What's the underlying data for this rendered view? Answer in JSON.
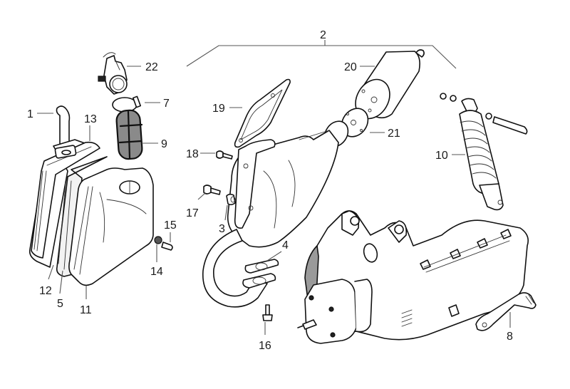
{
  "diagram": {
    "title": "Exploded parts diagram: scooter engine, exhaust, air filter and rear shock",
    "group_bracket": {
      "label": "2",
      "spans_parts": [
        "19",
        "20",
        "21",
        "18",
        "17",
        "3",
        "4",
        "16"
      ]
    },
    "callouts": [
      {
        "id": "1",
        "label": "1",
        "part": "air intake elbow tube"
      },
      {
        "id": "2",
        "label": "2",
        "part": "exhaust muffler assembly"
      },
      {
        "id": "3",
        "label": "3",
        "part": "spacer bushing"
      },
      {
        "id": "4",
        "label": "4",
        "part": "exhaust gaskets"
      },
      {
        "id": "5",
        "label": "5",
        "part": "air filter element"
      },
      {
        "id": "7",
        "label": "7",
        "part": "hose clamp"
      },
      {
        "id": "8",
        "label": "8",
        "part": "kick-start lever"
      },
      {
        "id": "9",
        "label": "9",
        "part": "intake sleeve"
      },
      {
        "id": "10",
        "label": "10",
        "part": "rear shock absorber"
      },
      {
        "id": "11",
        "label": "11",
        "part": "air filter box cover"
      },
      {
        "id": "12",
        "label": "12",
        "part": "air filter box base"
      },
      {
        "id": "13",
        "label": "13",
        "part": "air box housing"
      },
      {
        "id": "14",
        "label": "14",
        "part": "nut"
      },
      {
        "id": "15",
        "label": "15",
        "part": "screw"
      },
      {
        "id": "16",
        "label": "16",
        "part": "exhaust stud bolt"
      },
      {
        "id": "17",
        "label": "17",
        "part": "bolt"
      },
      {
        "id": "18",
        "label": "18",
        "part": "bolt"
      },
      {
        "id": "19",
        "label": "19",
        "part": "heat shield"
      },
      {
        "id": "20",
        "label": "20",
        "part": "silencer end can"
      },
      {
        "id": "21",
        "label": "21",
        "part": "flange gasket"
      },
      {
        "id": "22",
        "label": "22",
        "part": "carburetor"
      }
    ]
  }
}
